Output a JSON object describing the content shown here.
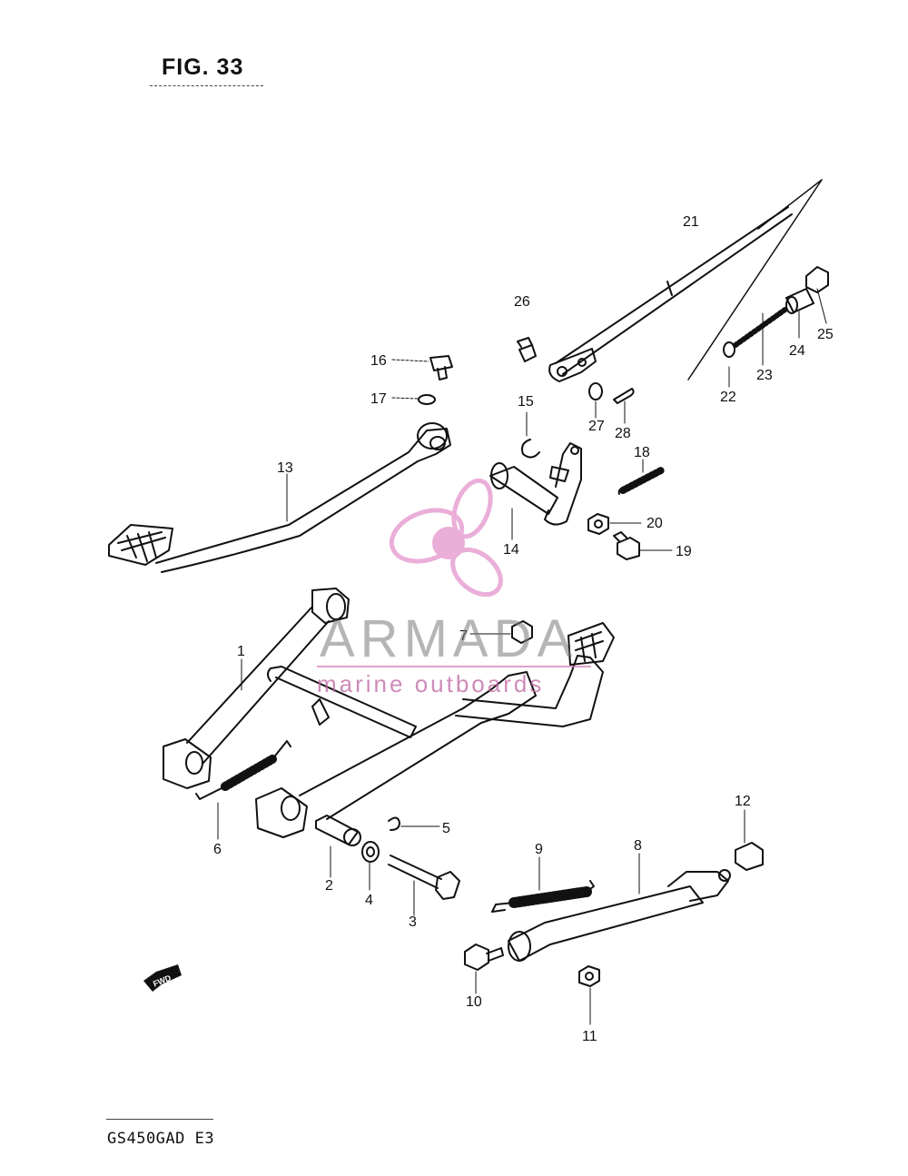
{
  "figure": {
    "title": "FIG. 33",
    "model": "GS450GAD  E3",
    "direction_badge": "FWD"
  },
  "watermark": {
    "name": "ARMADA",
    "tagline": "marine outboards",
    "logo_color": "#e69ad0",
    "text_color": "#7a7a7a"
  },
  "callouts": [
    {
      "id": "1",
      "label": "1"
    },
    {
      "id": "2",
      "label": "2"
    },
    {
      "id": "3",
      "label": "3"
    },
    {
      "id": "4",
      "label": "4"
    },
    {
      "id": "5",
      "label": "5"
    },
    {
      "id": "6",
      "label": "6"
    },
    {
      "id": "7",
      "label": "7"
    },
    {
      "id": "8",
      "label": "8"
    },
    {
      "id": "9",
      "label": "9"
    },
    {
      "id": "10",
      "label": "10"
    },
    {
      "id": "11",
      "label": "11"
    },
    {
      "id": "12",
      "label": "12"
    },
    {
      "id": "13",
      "label": "13"
    },
    {
      "id": "14",
      "label": "14"
    },
    {
      "id": "15",
      "label": "15"
    },
    {
      "id": "16",
      "label": "16"
    },
    {
      "id": "17",
      "label": "17"
    },
    {
      "id": "18",
      "label": "18"
    },
    {
      "id": "19",
      "label": "19"
    },
    {
      "id": "20",
      "label": "20"
    },
    {
      "id": "21",
      "label": "21"
    },
    {
      "id": "22",
      "label": "22"
    },
    {
      "id": "23",
      "label": "23"
    },
    {
      "id": "24",
      "label": "24"
    },
    {
      "id": "25",
      "label": "25"
    },
    {
      "id": "26",
      "label": "26"
    },
    {
      "id": "27",
      "label": "27"
    },
    {
      "id": "28",
      "label": "28"
    }
  ]
}
